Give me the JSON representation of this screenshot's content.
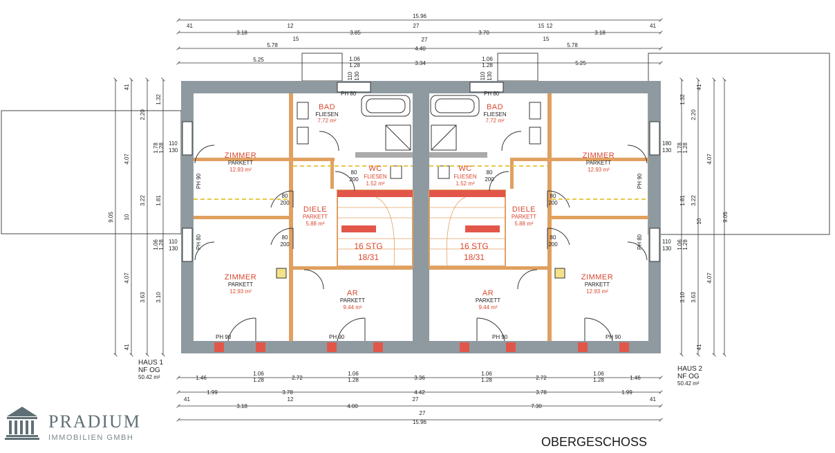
{
  "title": "OBERGESCHOSS",
  "logo": {
    "name": "PRADIUM",
    "subtitle": "IMMOBILIEN GMBH",
    "icon": "building-columns-icon"
  },
  "colors": {
    "wall": "#8e9aa0",
    "accent_red": "#d9462e",
    "door_red": "#e2564a",
    "wood": "#e0a060",
    "dim_line": "#333333"
  },
  "dimensions": {
    "top_total": "15.96",
    "top_row1": [
      "41",
      "3.18",
      "12",
      "15",
      "3.85",
      "27",
      "3.70",
      "15",
      "12",
      "15",
      "3.18",
      "41"
    ],
    "top_row2": [
      "5.78",
      "27",
      "4.40",
      "5.78"
    ],
    "top_row3": [
      "5.25",
      "1.06",
      "1.28",
      "110",
      "130",
      "3.34",
      "1.06",
      "1.28",
      "110",
      "130",
      "5.25"
    ],
    "left_outer": "9.05",
    "left_mid": [
      "41",
      "4.07",
      "10",
      "4.07",
      "41"
    ],
    "left_inner": [
      "1.32",
      "2.20",
      "3.22",
      "3.63",
      "3.10",
      "1.81",
      "1.06",
      "1.28",
      "1.78",
      "1.28"
    ],
    "right_outer": "9.05",
    "right_mid": [
      "41",
      "4.07",
      "10",
      "4.07",
      "41"
    ],
    "right_inner": [
      "1.32",
      "2.20",
      "3.22",
      "3.63",
      "3.10",
      "1.81",
      "1.06",
      "1.28",
      "1.78",
      "1.28"
    ],
    "bottom_row1": [
      "1.46",
      "1.06",
      "1.28",
      "2.72",
      "3.36",
      "1.06",
      "1.28",
      "2.72",
      "1.06",
      "1.28",
      "1.46",
      "1.06",
      "1.28"
    ],
    "bottom_row2": [
      "1.99",
      "3.78",
      "4.42",
      "3.78",
      "1.99"
    ],
    "bottom_row3": [
      "41",
      "3.18",
      "12",
      "4.00",
      "27",
      "7.30",
      "41"
    ],
    "bottom_row3b": "27",
    "bottom_total": "15.96",
    "window_vals": [
      "110",
      "130",
      "180",
      "130",
      "110",
      "130"
    ]
  },
  "houses": [
    {
      "label1": "HAUS 1",
      "label2": "NF OG",
      "area": "50.42 m²"
    },
    {
      "label1": "HAUS 2",
      "label2": "NF OG",
      "area": "50.42 m²"
    }
  ],
  "rooms": [
    {
      "name": "ZIMMER",
      "floor": "PARKETT",
      "area": "12.93 m²"
    },
    {
      "name": "ZIMMER",
      "floor": "PARKETT",
      "area": "12.93 m²"
    },
    {
      "name": "BAD",
      "floor": "FLIESEN",
      "area": "7.72 m²"
    },
    {
      "name": "WC",
      "floor": "FLIESEN",
      "area": "1.52 m²"
    },
    {
      "name": "DIELE",
      "floor": "PARKETT",
      "area": "5.88 m²"
    },
    {
      "name": "AR",
      "floor": "PARKETT",
      "area": "9.44 m²"
    },
    {
      "name": "BAD",
      "floor": "FLIESEN",
      "area": "7.72 m²"
    },
    {
      "name": "WC",
      "floor": "FLIESEN",
      "area": "1.52 m²"
    },
    {
      "name": "DIELE",
      "floor": "PARKETT",
      "area": "5.88 m²"
    },
    {
      "name": "AR",
      "floor": "PARKETT",
      "area": "9.44 m²"
    },
    {
      "name": "ZIMMER",
      "floor": "PARKETT",
      "area": "12.93 m²"
    },
    {
      "name": "ZIMMER",
      "floor": "PARKETT",
      "area": "12.93 m²"
    }
  ],
  "stairs": [
    {
      "label": "16 STG",
      "ratio": "18/31"
    },
    {
      "label": "16 STG",
      "ratio": "18/31"
    }
  ],
  "doors": {
    "d1": "80",
    "d2": "200",
    "ph80": "PH 80",
    "ph90": "PH 90"
  }
}
